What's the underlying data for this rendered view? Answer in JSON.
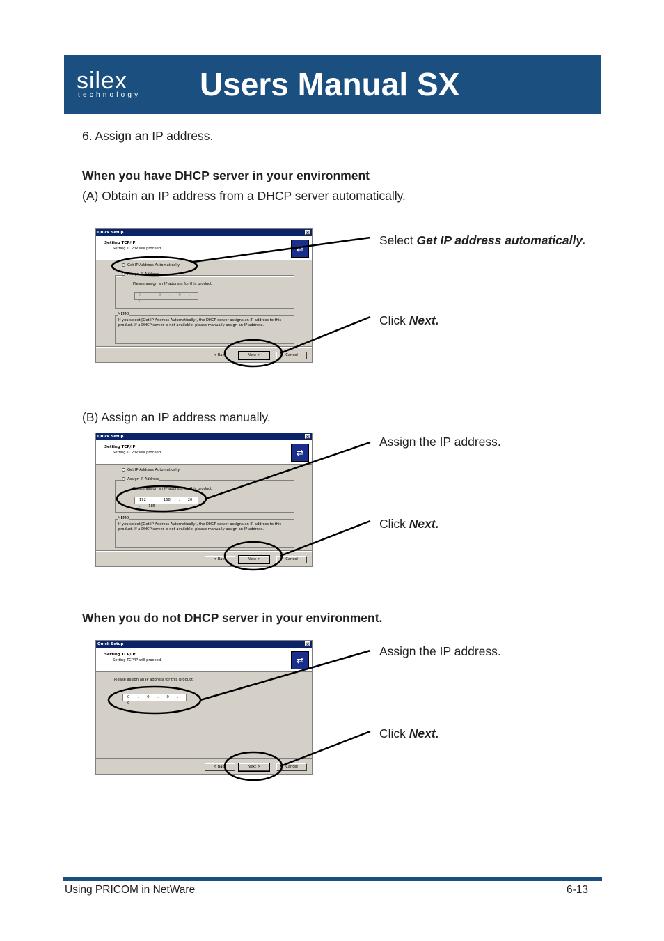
{
  "header": {
    "logo_word": "silex",
    "logo_sub": "technology",
    "title": "Users Manual SX"
  },
  "step": "6. Assign an IP address.",
  "section1": {
    "heading": "When you have DHCP server in your environment",
    "option_a": "(A) Obtain an IP address from a DHCP server automatically.",
    "option_b": "(B) Assign an IP address manually."
  },
  "section2": {
    "heading": "When you do not DHCP server in your environment."
  },
  "callouts": {
    "a1_prefix": "Select ",
    "a1_bold": "Get IP address automatically.",
    "click_prefix": "Click ",
    "click_bold": "Next.",
    "assign_ip": "Assign the IP address."
  },
  "dialog": {
    "title": "Quick Setup",
    "close": "×",
    "head_title": "Setting TCP/IP",
    "head_sub": "Setting TCP/IP will proceed.",
    "radio_auto": "Get IP Address Automatically",
    "radio_manual": "Assign IP Address",
    "assign_prompt": "Please assign an IP address for this product.",
    "memo_label": "MEMO",
    "memo_line1": "If you select [Get IP Address Automatically], the DHCP server assigns an IP address to this",
    "memo_line2": "product. If a DHCP server is not available, please manually assign an IP address.",
    "btn_back": "< Back",
    "btn_next": "Next >",
    "btn_cancel": "Cancel",
    "ip_zero": "0 . 0 . 0 . 0",
    "ip_manual": "192 . 168 . 20 . 185"
  },
  "footer": {
    "left": "Using PRICOM in NetWare",
    "right": "6-13"
  }
}
